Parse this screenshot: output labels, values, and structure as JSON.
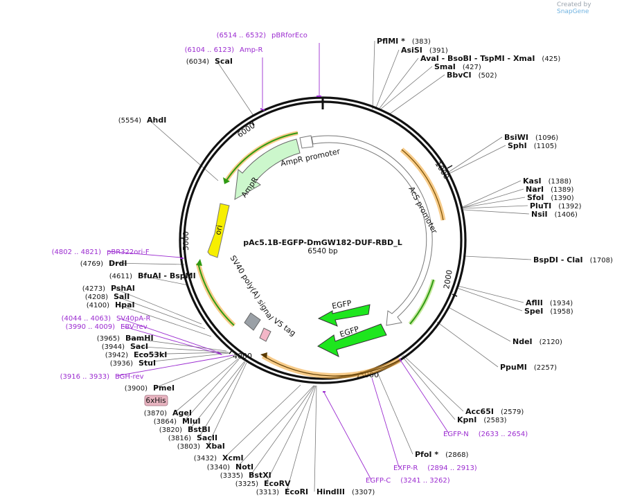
{
  "credit": {
    "prefix": "Created by",
    "brand": "SnapGene"
  },
  "plasmid": {
    "name": "pAc5.1B-EGFP-DmGW182-DUF-RBD_L",
    "size": "6540 bp"
  },
  "ticks": {
    "t1000": "1000",
    "t2000": "2000",
    "t3000": "3000",
    "t4000": "4000",
    "t5000": "5000",
    "t6000": "6000"
  },
  "features": {
    "ampr_promoter": "AmpR promoter",
    "ampr": "AmpR",
    "ori": "ori",
    "ac5": "AcS promoter",
    "sv40": "SV40 poly(A) signal",
    "v5": "V5 tag",
    "egfp1": "EGFP",
    "egfp2": "EGFP",
    "his": "6xHis"
  },
  "enzymes": [
    {
      "id": "pflmi",
      "name": "PflMI *",
      "pos": "(383)"
    },
    {
      "id": "asisi",
      "name": "AsiSI",
      "pos": "(391)"
    },
    {
      "id": "ava",
      "name": "AvaI  -  BsoBI  -  TspMI  -  XmaI",
      "pos": "(425)"
    },
    {
      "id": "smai",
      "name": "SmaI",
      "pos": "(427)"
    },
    {
      "id": "bbvci",
      "name": "BbvCI",
      "pos": "(502)"
    },
    {
      "id": "bsiwi",
      "name": "BsiWI",
      "pos": "(1096)"
    },
    {
      "id": "sphi",
      "name": "SphI",
      "pos": "(1105)"
    },
    {
      "id": "kasi",
      "name": "KasI",
      "pos": "(1388)"
    },
    {
      "id": "nari",
      "name": "NarI",
      "pos": "(1389)"
    },
    {
      "id": "sfoi",
      "name": "SfoI",
      "pos": "(1390)"
    },
    {
      "id": "plutI",
      "name": "PluTI",
      "pos": "(1392)"
    },
    {
      "id": "nsii",
      "name": "NsiI",
      "pos": "(1406)"
    },
    {
      "id": "bspdi",
      "name": "BspDI  -  ClaI",
      "pos": "(1708)"
    },
    {
      "id": "aflii",
      "name": "AflII",
      "pos": "(1934)"
    },
    {
      "id": "spei",
      "name": "SpeI",
      "pos": "(1958)"
    },
    {
      "id": "ndei",
      "name": "NdeI",
      "pos": "(2120)"
    },
    {
      "id": "ppumi",
      "name": "PpuMI",
      "pos": "(2257)"
    },
    {
      "id": "acc65i",
      "name": "Acc65I",
      "pos": "(2579)"
    },
    {
      "id": "kpni",
      "name": "KpnI",
      "pos": "(2583)"
    },
    {
      "id": "pfoi",
      "name": "PfoI *",
      "pos": "(2868)"
    },
    {
      "id": "hindiii",
      "name": "HindIII",
      "pos": "(3307)"
    },
    {
      "id": "ecori",
      "name": "EcoRI",
      "pos": "(3313)"
    },
    {
      "id": "ecorv",
      "name": "EcoRV",
      "pos": "(3325)"
    },
    {
      "id": "bstxi",
      "name": "BstXI",
      "pos": "(3335)"
    },
    {
      "id": "noti",
      "name": "NotI",
      "pos": "(3340)"
    },
    {
      "id": "xcmi",
      "name": "XcmI",
      "pos": "(3432)"
    },
    {
      "id": "xbai",
      "name": "XbaI",
      "pos": "(3803)"
    },
    {
      "id": "sacii",
      "name": "SacII",
      "pos": "(3816)"
    },
    {
      "id": "bstbi",
      "name": "BstBI",
      "pos": "(3820)"
    },
    {
      "id": "mlui",
      "name": "MluI",
      "pos": "(3864)"
    },
    {
      "id": "agei",
      "name": "AgeI",
      "pos": "(3870)"
    },
    {
      "id": "pmei",
      "name": "PmeI",
      "pos": "(3900)"
    },
    {
      "id": "stui",
      "name": "StuI",
      "pos": "(3936)"
    },
    {
      "id": "eco53ki",
      "name": "Eco53kI",
      "pos": "(3942)"
    },
    {
      "id": "saci",
      "name": "SacI",
      "pos": "(3944)"
    },
    {
      "id": "bamhi",
      "name": "BamHI",
      "pos": "(3965)"
    },
    {
      "id": "hpai",
      "name": "HpaI",
      "pos": "(4100)"
    },
    {
      "id": "sali",
      "name": "SalI",
      "pos": "(4208)"
    },
    {
      "id": "pshai",
      "name": "PshAI",
      "pos": "(4273)"
    },
    {
      "id": "bfuai",
      "name": "BfuAI  -  BspMI",
      "pos": "(4611)"
    },
    {
      "id": "drdi",
      "name": "DrdI",
      "pos": "(4769)"
    },
    {
      "id": "ahdi",
      "name": "AhdI",
      "pos": "(5554)"
    },
    {
      "id": "scai",
      "name": "ScaI",
      "pos": "(6034)"
    }
  ],
  "primers": [
    {
      "id": "pbrforeco",
      "name": "pBRforEco",
      "pos": "(6514 .. 6532)"
    },
    {
      "id": "ampr",
      "name": "Amp-R",
      "pos": "(6104 .. 6123)"
    },
    {
      "id": "pbr322ori",
      "name": "pBR322ori-F",
      "pos": "(4802 .. 4821)"
    },
    {
      "id": "sv40pa",
      "name": "SV40pA-R",
      "pos": "(4044 .. 4063)"
    },
    {
      "id": "ebv",
      "name": "EBV-rev",
      "pos": "(3990 .. 4009)"
    },
    {
      "id": "bgh",
      "name": "BGH-rev",
      "pos": "(3916 .. 3933)"
    },
    {
      "id": "egfpn",
      "name": "EGFP-N",
      "pos": "(2633 .. 2654)"
    },
    {
      "id": "exfpr",
      "name": "EXFP-R",
      "pos": "(2894 .. 2913)"
    },
    {
      "id": "egfpc",
      "name": "EGFP-C",
      "pos": "(3241 .. 3262)"
    }
  ],
  "colors": {
    "backbone": "#111111",
    "primer": "#9b2bd0",
    "ampr": "#ccf7cc",
    "ori": "#f7ef00",
    "egfp": "#1ee61e",
    "orf": "#f2a93b",
    "orf_dark": "#2f9a13",
    "promoter": "#ffffff",
    "his_bg": "#e8b4c0"
  }
}
